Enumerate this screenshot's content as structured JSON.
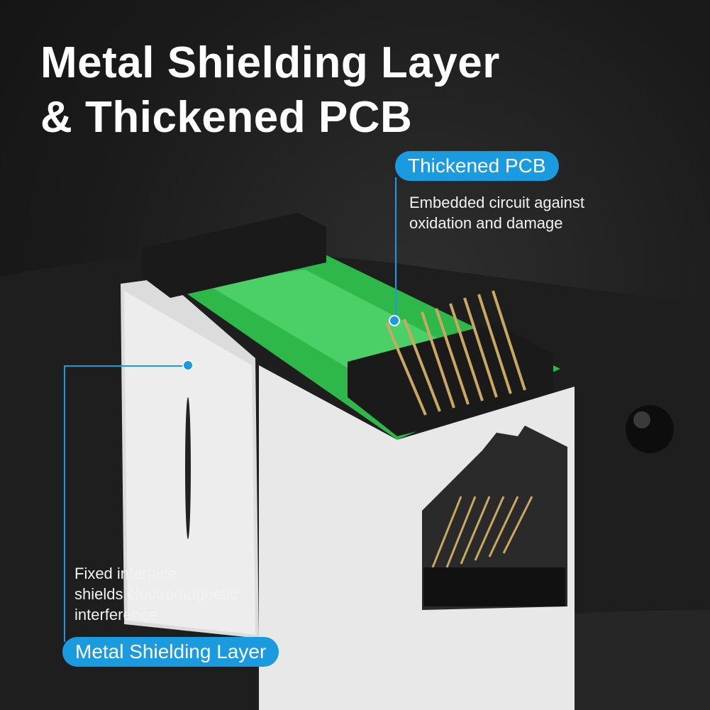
{
  "title": {
    "line1": "Metal Shielding Layer",
    "line2": "& Thickened PCB"
  },
  "callouts": [
    {
      "label": "Thickened PCB",
      "description": [
        "Embedded circuit against",
        "oxidation and damage"
      ]
    },
    {
      "label": "Metal Shielding Layer",
      "description": [
        "Fixed interface",
        "shields electromagnetic",
        "interference"
      ]
    }
  ],
  "colors": {
    "accent": "#1a9be0",
    "background": "#1b1b1b",
    "pcb": "#3ecf5a",
    "shell": "#e8e8e8",
    "contacts": "#c9a860"
  }
}
